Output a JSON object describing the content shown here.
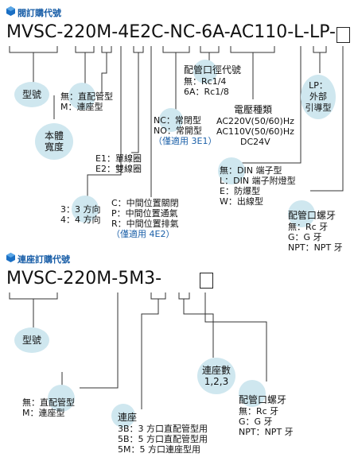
{
  "section1": {
    "header": "閥訂購代號",
    "code": "MVSC-220M-4E2C-NC-6A-AC110-L-LP-",
    "bubbles": {
      "model": "型號",
      "body_width": "本體\n寬度",
      "lp": "LP：\n外部\n引導型"
    },
    "mount": [
      "無：直配管型",
      "M：連座型"
    ],
    "ports": [
      "3：3 方向",
      "4：4 方向"
    ],
    "coil": [
      "E1：單線圈",
      "E2：雙線圈"
    ],
    "center": [
      "C：中間位置關閉",
      "P：中間位置通氣",
      "R：中間位置排氣"
    ],
    "center_note": "（僅適用 4E2）",
    "nc": [
      "NC：常閉型",
      "NO：常開型"
    ],
    "nc_note": "（僅適用 3E1）",
    "pipe_size_title": "配管口徑代號",
    "pipe_size": [
      "無：Rc1/4",
      "6A：Rc1/8"
    ],
    "voltage_title": "電壓種類",
    "voltage": [
      "AC220V(50/60)Hz",
      "AC110V(50/60)Hz",
      "DC24V"
    ],
    "connector": [
      "無：DIN 端子型",
      "L：DIN 端子附燈型",
      "E：防爆型",
      "W：出線型"
    ],
    "thread_title": "配管口螺牙",
    "thread": [
      "無：Rc 牙",
      "G：G 牙",
      "NPT：NPT 牙"
    ]
  },
  "section2": {
    "header": "連座訂購代號",
    "code": "MVSC-220M-5M3-",
    "bubbles": {
      "model": "型號",
      "stations": "連座數\n1,2,3"
    },
    "mount": [
      "無：直配管型",
      "M：連座型"
    ],
    "base_title": "連座",
    "base": [
      "3B：3 方口直配管型用",
      "5B：5 方口直配管型用",
      "5M：5 方口連座型用"
    ],
    "thread_title": "配管口螺牙",
    "thread": [
      "無：Rc 牙",
      "G：G 牙",
      "NPT：NPT 牙"
    ]
  },
  "colors": {
    "accent": "#1a5fa8",
    "bubble": "#cfe7ef",
    "line": "#333333"
  }
}
